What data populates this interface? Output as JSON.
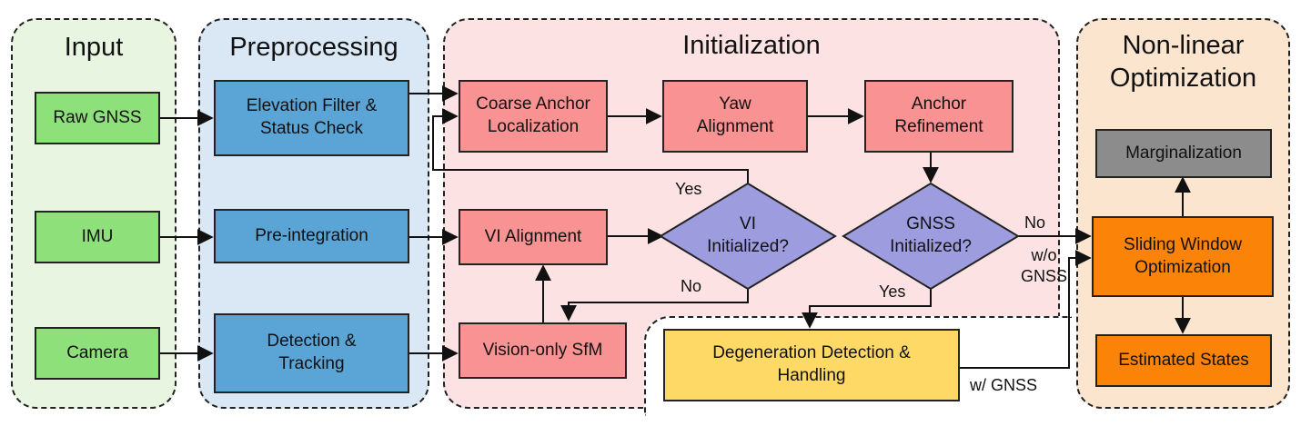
{
  "regions": {
    "input": "Input",
    "preprocessing": "Preprocessing",
    "initialization": "Initialization",
    "optimization": "Non-linear\nOptimization"
  },
  "boxes": {
    "raw_gnss": "Raw GNSS",
    "imu": "IMU",
    "camera": "Camera",
    "elevation_filter": "Elevation Filter &\nStatus Check",
    "pre_integration": "Pre-integration",
    "detection_tracking": "Detection &\nTracking",
    "coarse_anchor": "Coarse Anchor\nLocalization",
    "yaw_alignment": "Yaw\nAlignment",
    "anchor_refinement": "Anchor\nRefinement",
    "vi_alignment": "VI Alignment",
    "vision_sfm": "Vision-only SfM",
    "degeneration": "Degeneration Detection &\nHandling",
    "marginalization": "Marginalization",
    "sliding_window": "Sliding Window\nOptimization",
    "estimated_states": "Estimated States"
  },
  "decisions": {
    "vi_initialized": "VI\nInitialized?",
    "gnss_initialized": "GNSS\nInitialized?"
  },
  "edge_labels": {
    "vi_yes": "Yes",
    "vi_no": "No",
    "gnss_no": "No",
    "gnss_yes": "Yes",
    "without_gnss": "w/o\nGNSS",
    "with_gnss": "w/ GNSS"
  },
  "colors": {
    "input_bg": "#e8f5e1",
    "preprocessing_bg": "#d9e8f4",
    "initialization_bg": "#fde2e3",
    "optimization_bg": "#fbe5cf",
    "diamond": "#9c9cdf"
  }
}
